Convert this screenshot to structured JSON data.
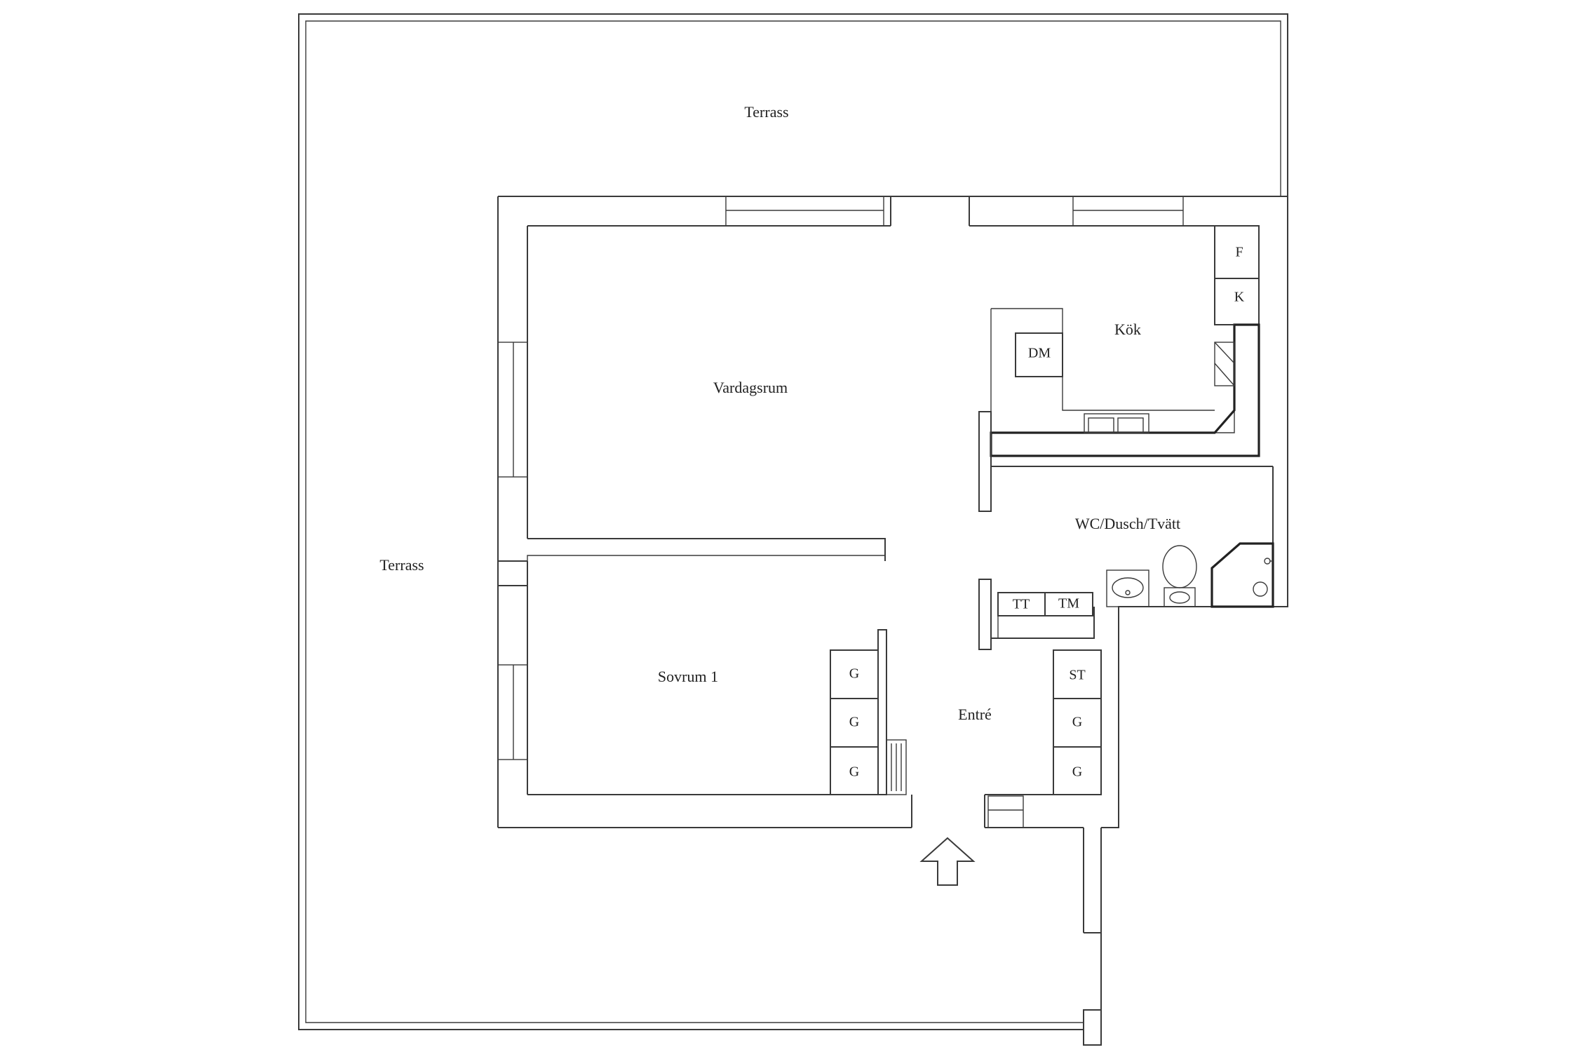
{
  "rooms": {
    "terrace_top": "Terrass",
    "terrace_left": "Terrass",
    "living_room": "Vardagsrum",
    "kitchen": "Kök",
    "bathroom": "WC/Dusch/Tvätt",
    "bedroom": "Sovrum 1",
    "entrance": "Entré"
  },
  "fixtures": {
    "fridge": "F",
    "freezer": "K",
    "dishwasher": "DM",
    "dryer": "TT",
    "washer": "TM",
    "closet": "ST",
    "wardrobe_bedroom": [
      "G",
      "G",
      "G"
    ],
    "wardrobe_entrance": [
      "G",
      "G"
    ]
  }
}
